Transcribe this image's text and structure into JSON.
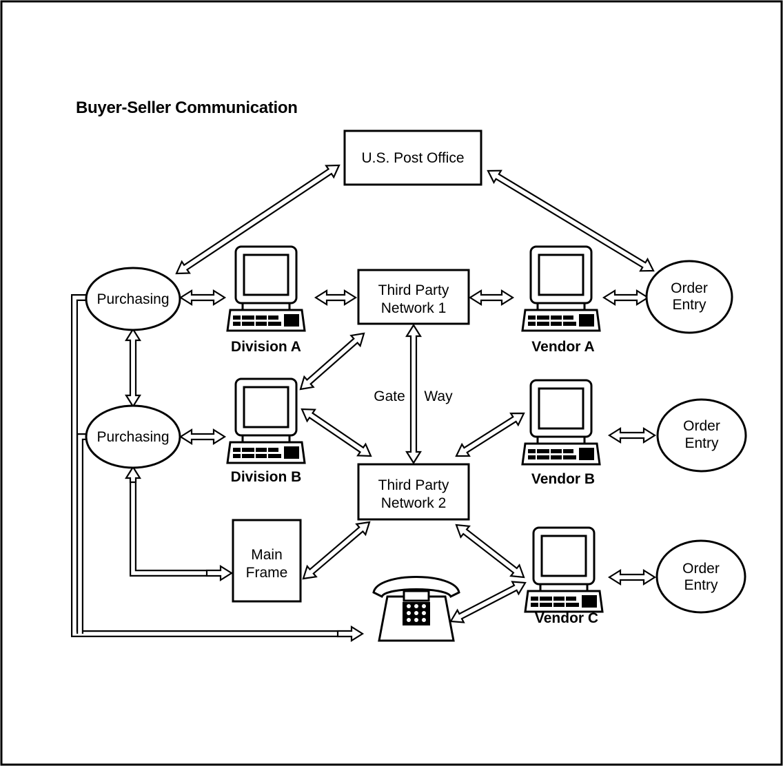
{
  "title": "Buyer-Seller Communication",
  "nodes": {
    "post_office": "U.S. Post Office",
    "tpn1_line1": "Third Party",
    "tpn1_line2": "Network 1",
    "tpn2_line1": "Third Party",
    "tpn2_line2": "Network 2",
    "mainframe_line1": "Main",
    "mainframe_line2": "Frame",
    "purchasing_1": "Purchasing",
    "purchasing_2": "Purchasing",
    "order_entry_1_line1": "Order",
    "order_entry_1_line2": "Entry",
    "order_entry_2_line1": "Order",
    "order_entry_2_line2": "Entry",
    "order_entry_3_line1": "Order",
    "order_entry_3_line2": "Entry"
  },
  "terminals": {
    "division_a": "Division A",
    "division_b": "Division B",
    "vendor_a": "Vendor A",
    "vendor_b": "Vendor B",
    "vendor_c": "Vendor C"
  },
  "gateway": {
    "left": "Gate",
    "right": "Way"
  }
}
